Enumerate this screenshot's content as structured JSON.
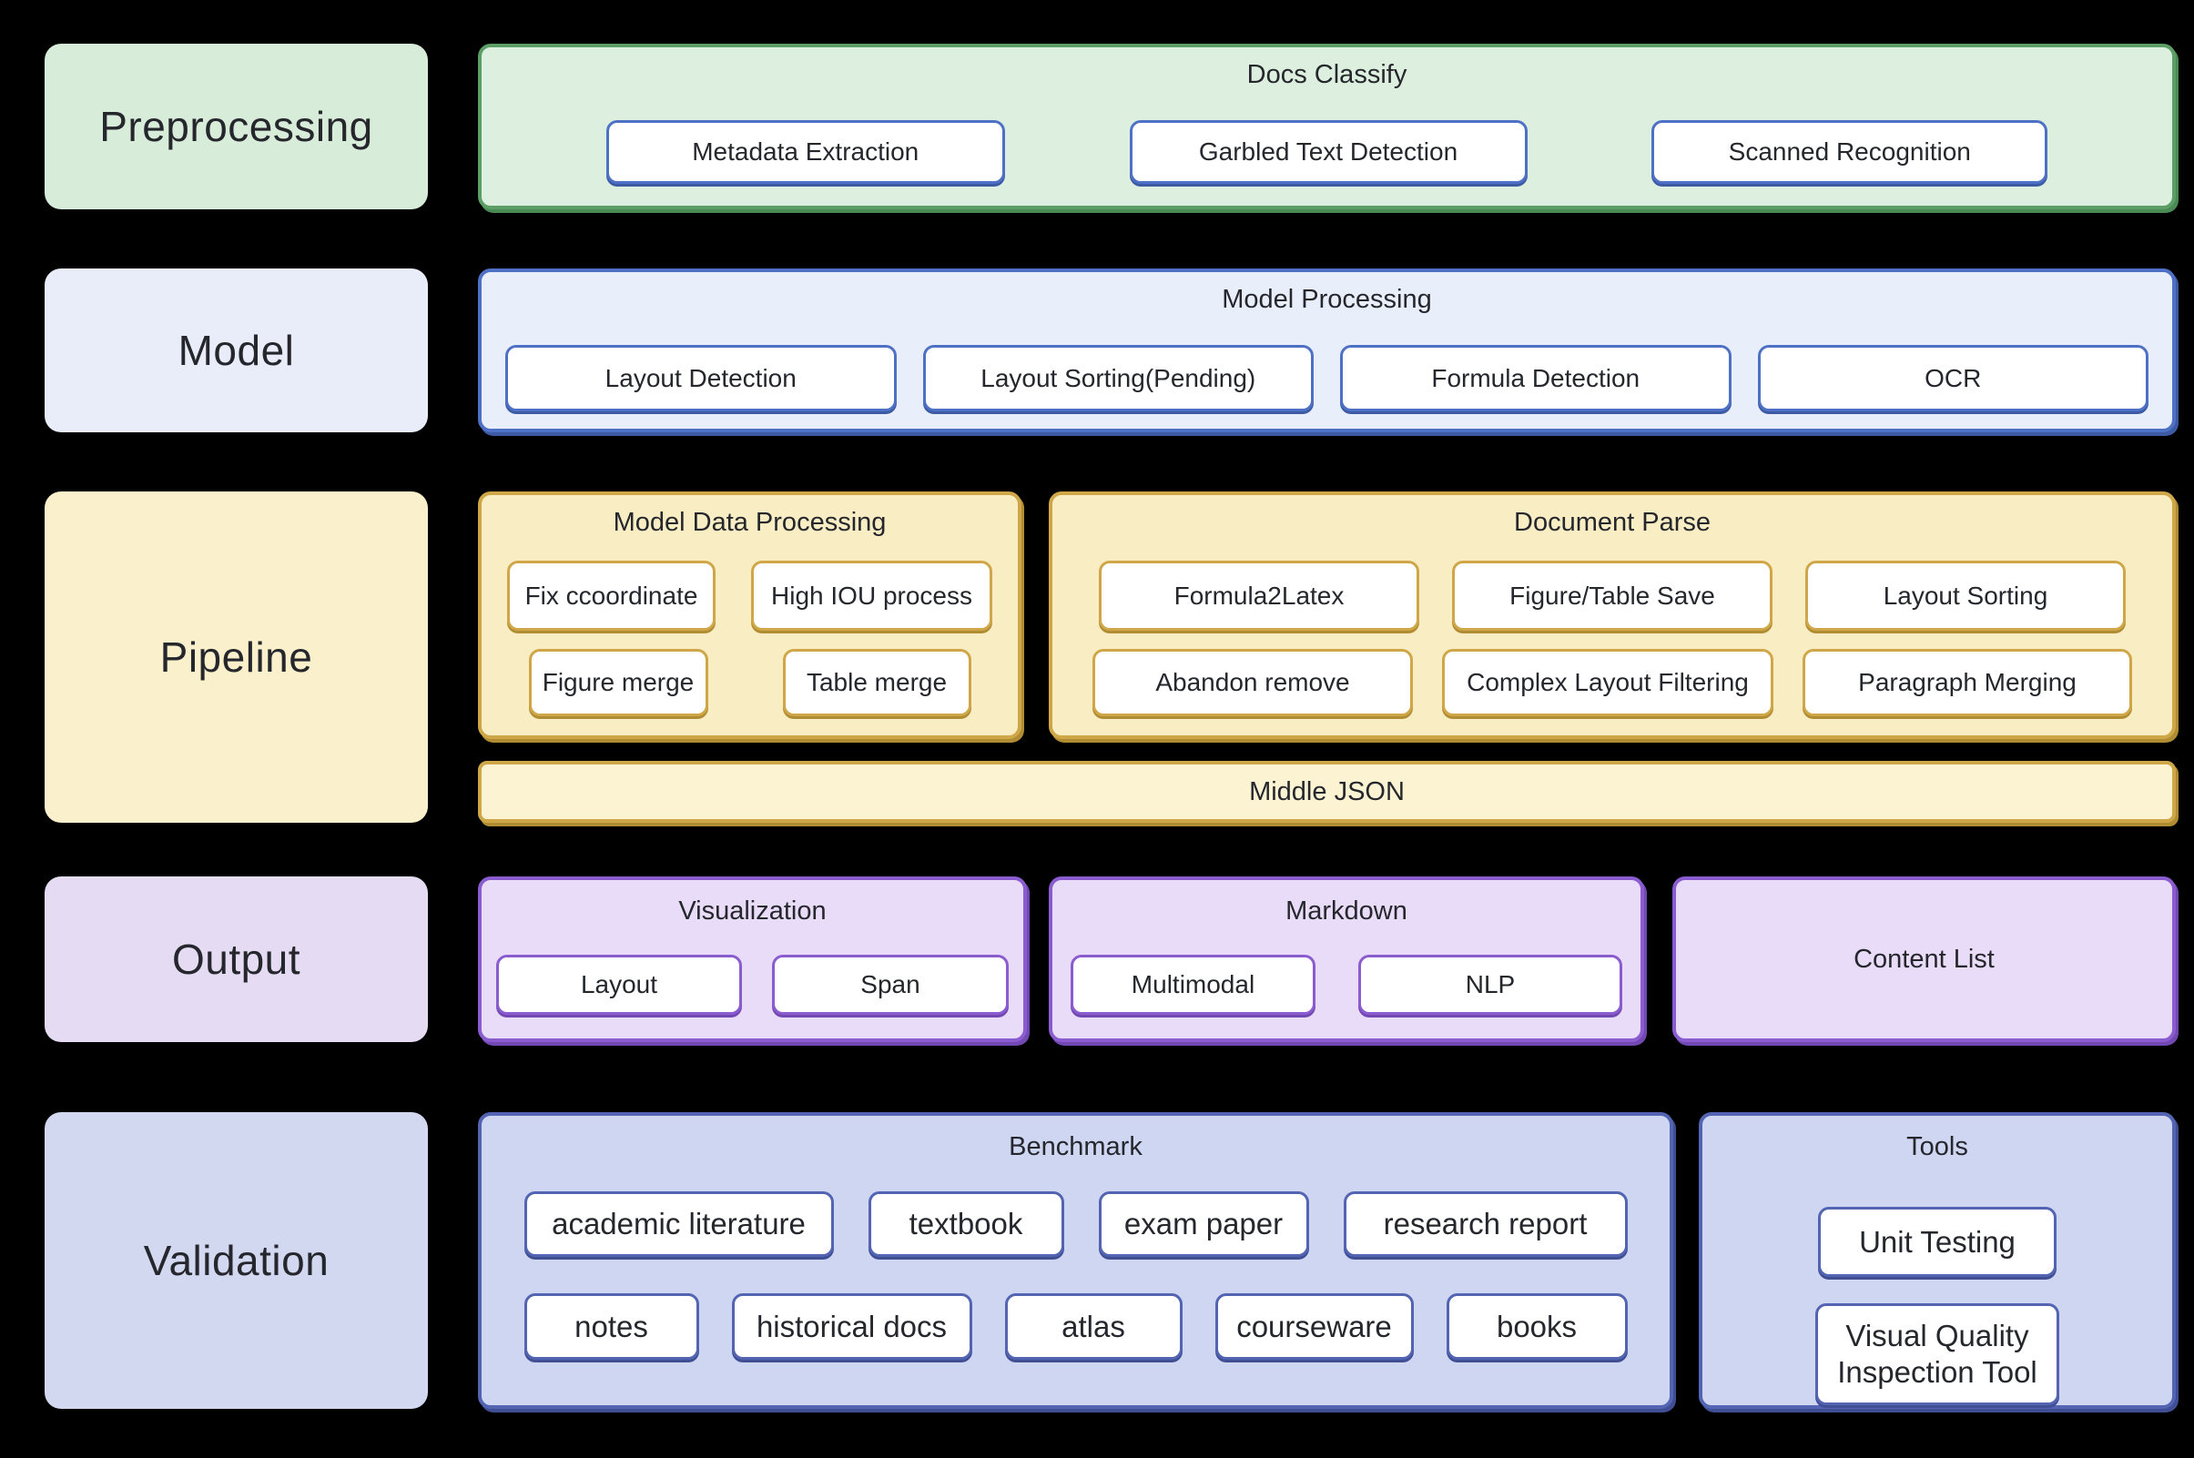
{
  "colors": {
    "background": "#000000",
    "text": "#25272d",
    "chip_fill": "#ffffff",
    "green_label": "#d8ecda",
    "green_fill": "#ddf0df",
    "green_border": "#5d9e67",
    "blue_label": "#e8edf9",
    "blue_fill": "#e9eefb",
    "blue_border": "#4f71c5",
    "yellow_label": "#faf0cb",
    "yellow_fill": "#f9edc4",
    "yellow_border": "#cfa748",
    "middle_json_fill": "#fcf3d3",
    "purple_label": "#e5dcf4",
    "purple_fill": "#e8dcf9",
    "purple_border": "#8a5cd0",
    "navy_label": "#d2d8f0",
    "navy_fill": "#ced6f2",
    "navy_border": "#5264b2"
  },
  "diagram": {
    "preprocessing": {
      "label": "Preprocessing",
      "docs_classify": {
        "title": "Docs Classify",
        "chips": [
          "Metadata Extraction",
          "Garbled Text Detection",
          "Scanned Recognition"
        ]
      }
    },
    "model": {
      "label": "Model",
      "model_processing": {
        "title": "Model Processing",
        "chips": [
          "Layout Detection",
          "Layout Sorting(Pending)",
          "Formula Detection",
          "OCR"
        ]
      }
    },
    "pipeline": {
      "label": "Pipeline",
      "model_data_processing": {
        "title": "Model Data Processing",
        "rows": [
          [
            "Fix ccoordinate",
            "High IOU process"
          ],
          [
            "Figure merge",
            "Table merge"
          ]
        ]
      },
      "document_parse": {
        "title": "Document Parse",
        "rows": [
          [
            "Formula2Latex",
            "Figure/Table Save",
            "Layout Sorting"
          ],
          [
            "Abandon remove",
            "Complex Layout Filtering",
            "Paragraph Merging"
          ]
        ]
      },
      "middle_json": {
        "title": "Middle JSON"
      }
    },
    "output": {
      "label": "Output",
      "visualization": {
        "title": "Visualization",
        "chips": [
          "Layout",
          "Span"
        ]
      },
      "markdown": {
        "title": "Markdown",
        "chips": [
          "Multimodal",
          "NLP"
        ]
      },
      "content_list": {
        "title": "Content List"
      }
    },
    "validation": {
      "label": "Validation",
      "benchmark": {
        "title": "Benchmark",
        "rows": [
          [
            "academic literature",
            "textbook",
            "exam paper",
            "research report"
          ],
          [
            "notes",
            "historical docs",
            "atlas",
            "courseware",
            "books"
          ]
        ]
      },
      "tools": {
        "title": "Tools",
        "chips": [
          "Unit Testing",
          "Visual Quality Inspection Tool"
        ]
      }
    }
  }
}
